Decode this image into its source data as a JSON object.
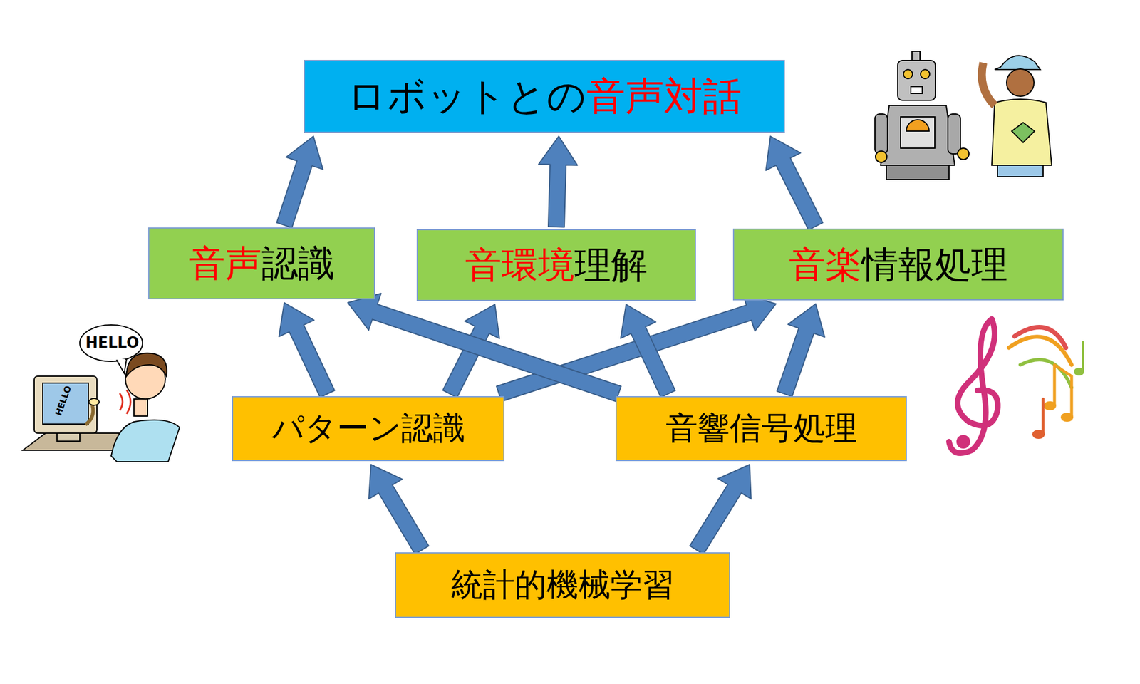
{
  "diagram": {
    "nodes": [
      {
        "text": [
          "ロボットとの",
          "音声対話"
        ]
      },
      {
        "text": [
          "音声",
          "認識"
        ]
      },
      {
        "text": [
          "音環境",
          "理解"
        ]
      },
      {
        "text": [
          "音楽",
          "情報処理"
        ]
      },
      {
        "text": [
          "パターン認識"
        ]
      },
      {
        "text": [
          "音響信号処理"
        ]
      },
      {
        "text": [
          "統計的機械学習"
        ]
      }
    ],
    "edges": [
      {
        "from": 1,
        "to": 0,
        "arrow": "to"
      },
      {
        "from": 2,
        "to": 0,
        "arrow": "to"
      },
      {
        "from": 3,
        "to": 0,
        "arrow": "to"
      },
      {
        "from": 4,
        "to": 1,
        "arrow": "to"
      },
      {
        "from": 4,
        "to": 2,
        "arrow": "to"
      },
      {
        "from": 4,
        "to": 3,
        "arrow": "to"
      },
      {
        "from": 5,
        "to": 1,
        "arrow": "to"
      },
      {
        "from": 5,
        "to": 2,
        "arrow": "to"
      },
      {
        "from": 5,
        "to": 3,
        "arrow": "to"
      },
      {
        "from": 6,
        "to": 4,
        "arrow": "to"
      },
      {
        "from": 6,
        "to": 5,
        "arrow": "to"
      }
    ],
    "labels": [
      "HELLO",
      "HELLO"
    ]
  }
}
